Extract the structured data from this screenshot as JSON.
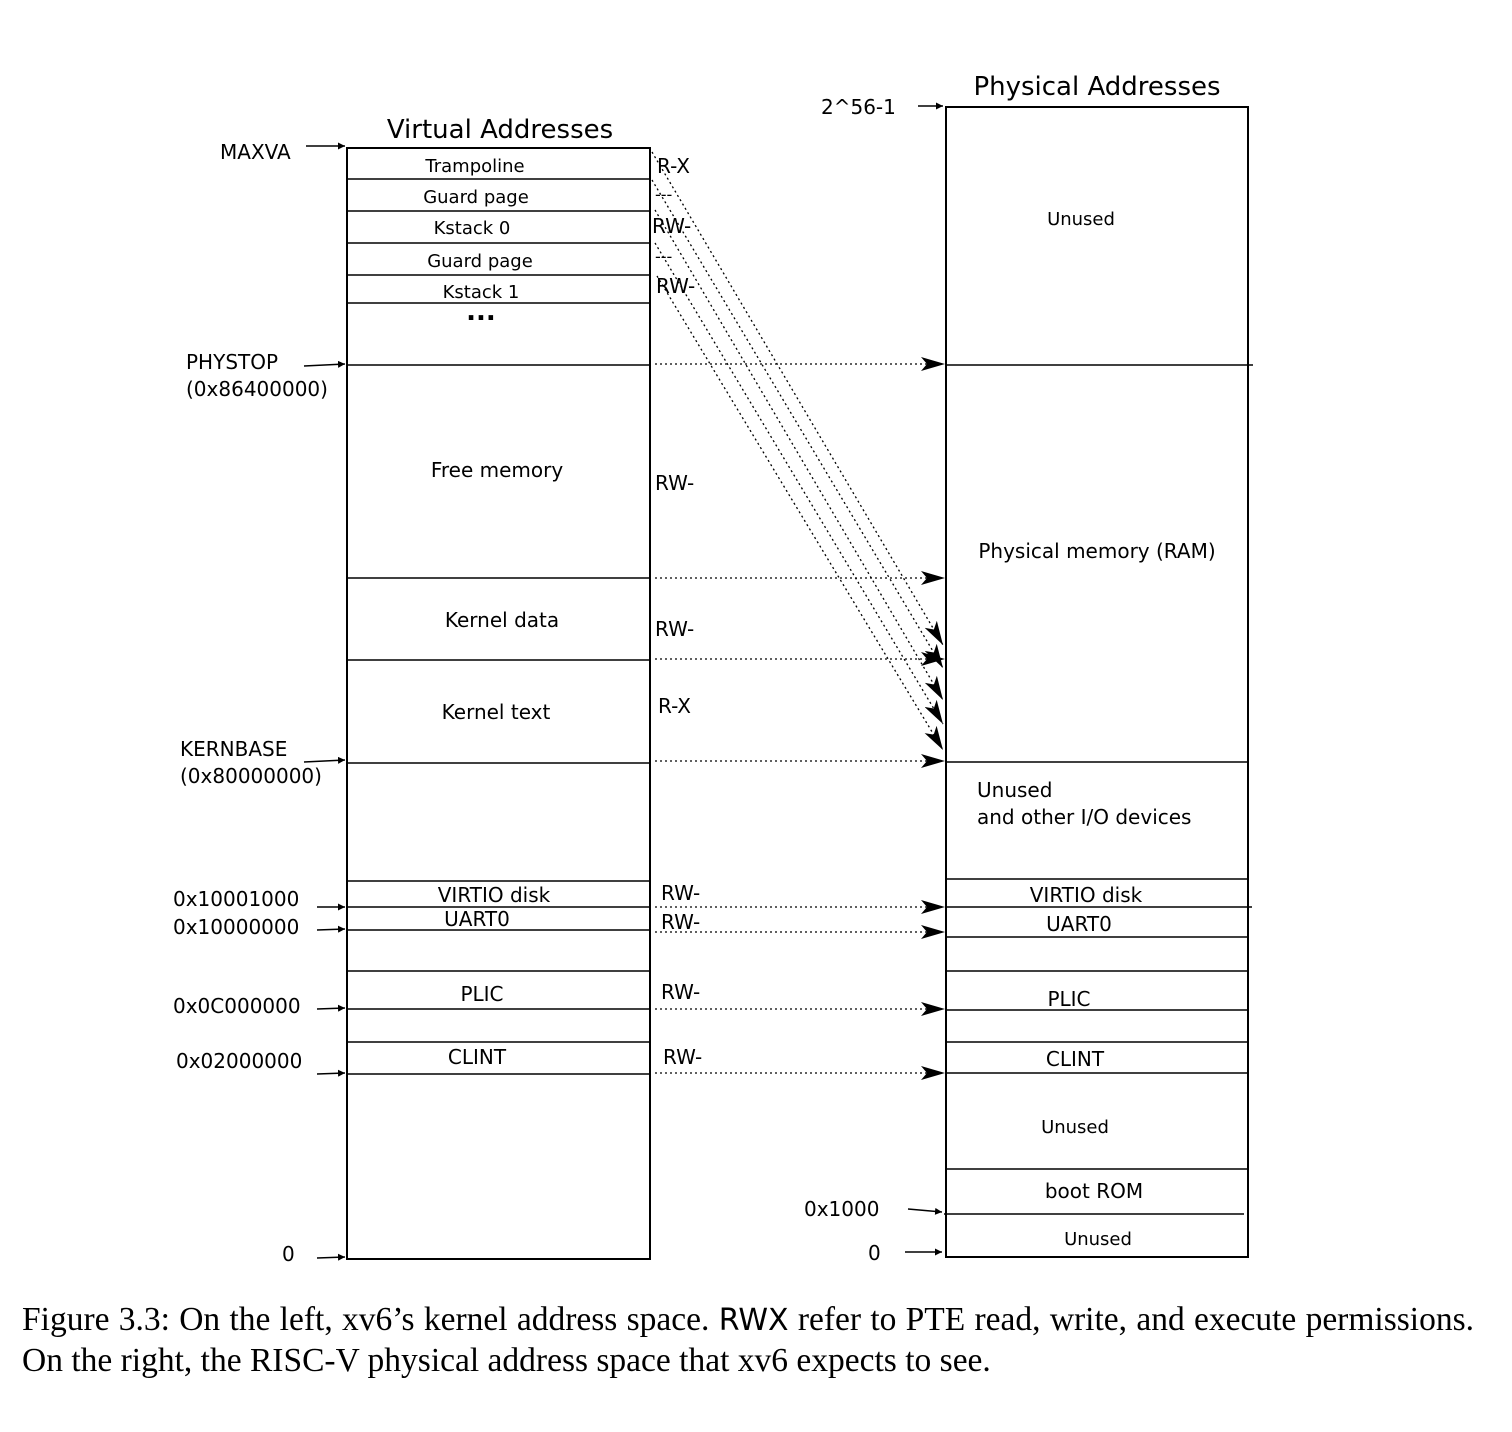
{
  "virtual": {
    "title": "Virtual Addresses",
    "regions": {
      "trampoline": "Trampoline",
      "guard0": "Guard page",
      "kstack0": "Kstack 0",
      "guard1": "Guard page",
      "kstack1": "Kstack 1",
      "ellipsis": "...",
      "free": "Free memory",
      "kdata": "Kernel data",
      "ktext": "Kernel text",
      "virtio": "VIRTIO disk",
      "uart": "UART0",
      "plic": "PLIC",
      "clint": "CLINT"
    },
    "addresses": {
      "maxva": "MAXVA",
      "phystop": "PHYSTOP",
      "phystop_hex": "(0x86400000)",
      "kernbase": "KERNBASE",
      "kernbase_hex": "(0x80000000)",
      "virtio": "0x10001000",
      "uart": "0x10000000",
      "plic": "0x0C000000",
      "clint": "0x02000000",
      "zero": "0"
    },
    "perms": {
      "trampoline": "R-X",
      "guard0": "---",
      "kstack0": "RW-",
      "guard1": "---",
      "kstack1": "RW-",
      "free": "RW-",
      "kdata": "RW-",
      "ktext": "R-X",
      "virtio": "RW-",
      "uart": "RW-",
      "plic": "RW-",
      "clint": "RW-"
    }
  },
  "physical": {
    "title": "Physical Addresses",
    "regions": {
      "unused_top": "Unused",
      "ram": "Physical memory (RAM)",
      "io_line1": "Unused",
      "io_line2": "and other I/O devices",
      "virtio": "VIRTIO disk",
      "uart": "UART0",
      "plic": "PLIC",
      "clint": "CLINT",
      "unused_mid": "Unused",
      "bootrom": "boot ROM",
      "unused_bottom": "Unused"
    },
    "addresses": {
      "max": "2^56-1",
      "bootrom": "0x1000",
      "zero": "0"
    }
  },
  "caption": {
    "prefix": "Figure 3.3: On the left, xv6’s kernel address space.",
    "rwx": "RWX",
    "suffix": "refer to PTE read, write, and execute permissions. On the right, the RISC-V physical address space that xv6 expects to see."
  }
}
